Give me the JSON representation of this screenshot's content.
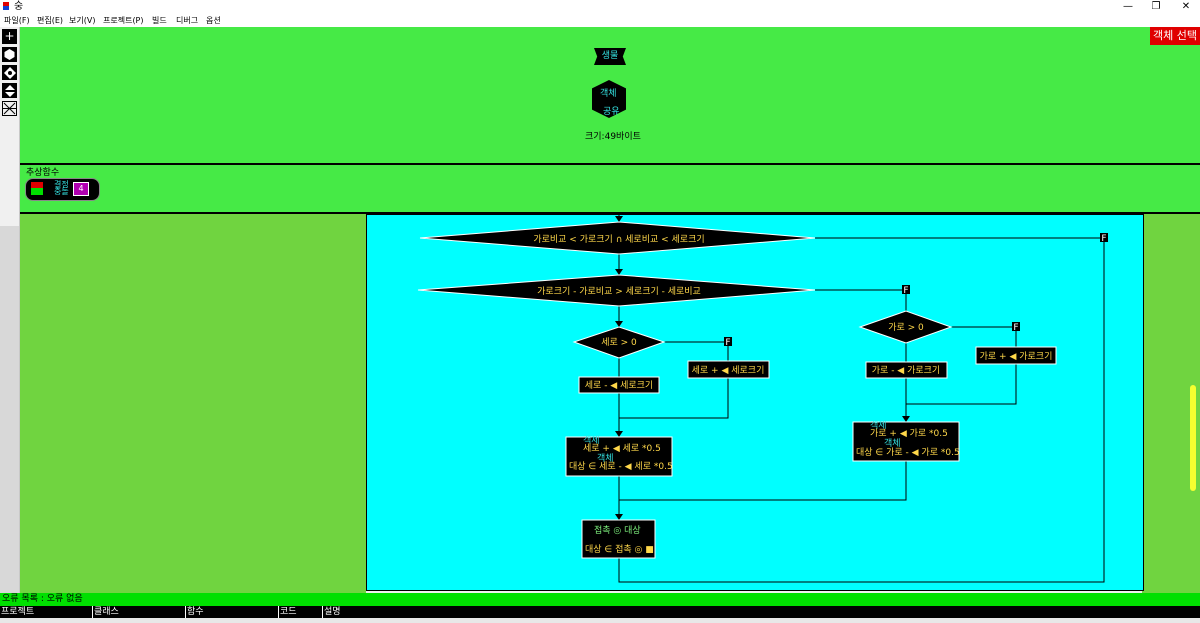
{
  "window": {
    "title": "숭",
    "minimize": "—",
    "restore": "❐",
    "close": "✕"
  },
  "menu": [
    {
      "label": "파일(F)"
    },
    {
      "label": "편집(E)"
    },
    {
      "label": "보기(V)"
    },
    {
      "label": "프로젝트(P)"
    },
    {
      "label": "빌드"
    },
    {
      "label": "디버그"
    },
    {
      "label": "옵션"
    }
  ],
  "toolbar": {
    "add_symbol": "+"
  },
  "object_panel": {
    "class_label": "생물",
    "object_line1": "객체",
    "object_line2": "공유",
    "size_text": "크기:49바이트",
    "select_button": "객체 선택"
  },
  "abstract_panel": {
    "title": "추상함수",
    "func_line1": "결정",
    "func_line2": "충돌",
    "func_count": "4"
  },
  "flowchart": {
    "cond1": "가로비교  < 가로크기  ∩ 세로비교  < 세로크기",
    "cond2": "가로크기  - 가로비교  > 세로크기  - 세로비교",
    "cond_h": "세로  > 0",
    "cond_w": "가로  > 0",
    "false_mark": "F",
    "act_h_minus": "세로 - ◀ 세로크기",
    "act_h_plus": "세로 + ◀ 세로크기",
    "act_w_minus": "가로 - ◀ 가로크기",
    "act_w_plus": "가로 + ◀ 가로크기",
    "blk_h_tag1": "객체",
    "blk_h_l1": "세로 + ◀ 세로 *0.5",
    "blk_h_tag2": "객체",
    "blk_h_l2": "대상 ∈ 세로 - ◀ 세로 *0.5",
    "blk_w_tag1": "객체",
    "blk_w_l1": "가로 + ◀ 가로 *0.5",
    "blk_w_tag2": "객체",
    "blk_w_l2": "대상 ∈ 가로 - ◀ 가로 *0.5",
    "contact_l1": "접촉 ◎ 대상",
    "contact_l2": "대상 ∈ 접촉 ◎ ■"
  },
  "error_bar": "오류 목록 : 오류 없음",
  "status_columns": [
    "프로젝트",
    "클래스",
    "함수",
    "코드",
    "설명"
  ],
  "colors": {
    "panel_green": "#46ea46",
    "canvas_cyan": "#00ffff",
    "side_green": "#70d440",
    "node_black": "#000000",
    "text_yellow": "#ffd84a",
    "text_cyan": "#34e0e0",
    "select_red": "#e00000"
  }
}
